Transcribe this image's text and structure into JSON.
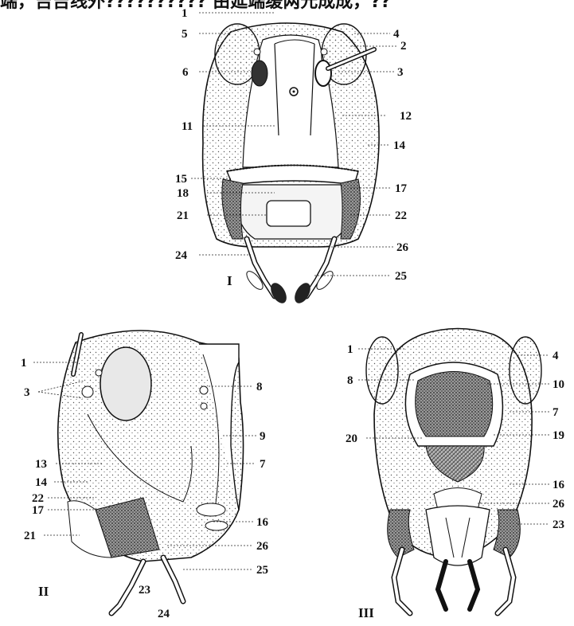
{
  "caption_fragment": "端，吉吉线外?????????? 由延端缓两元成成，??",
  "figure_views": [
    "I",
    "II",
    "III"
  ],
  "view_I_labels": [
    "1",
    "5",
    "4",
    "2",
    "6",
    "3",
    "11",
    "12",
    "14",
    "15",
    "17",
    "18",
    "21",
    "22",
    "24",
    "26",
    "25"
  ],
  "view_II_labels": [
    "1",
    "8",
    "3",
    "9",
    "13",
    "7",
    "14",
    "22",
    "16",
    "17",
    "21",
    "26",
    "23",
    "25",
    "24"
  ],
  "view_III_labels": [
    "1",
    "4",
    "8",
    "10",
    "7",
    "19",
    "20",
    "16",
    "26",
    "23"
  ],
  "colors": {
    "ink": "#111111",
    "shading": "#777777",
    "background": "#ffffff"
  }
}
